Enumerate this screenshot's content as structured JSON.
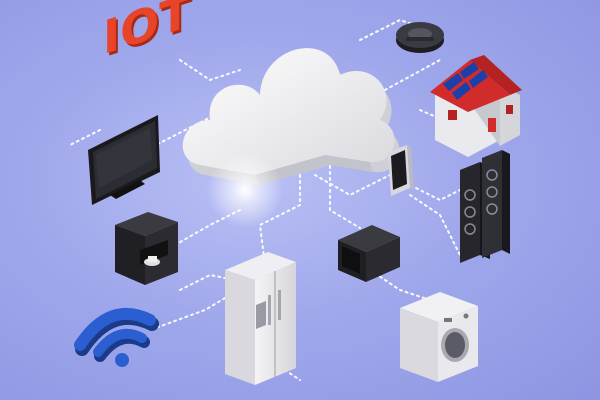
{
  "scene": {
    "logo_text": "IOT",
    "background_color": "#a3abee",
    "accent_color": "#e8442a",
    "objects": [
      "cloud",
      "iot-logo",
      "robot-vacuum",
      "smart-house",
      "television",
      "smartphone",
      "coffee-machine",
      "tower-speakers",
      "microwave",
      "refrigerator",
      "wifi-symbol",
      "washing-machine"
    ]
  }
}
